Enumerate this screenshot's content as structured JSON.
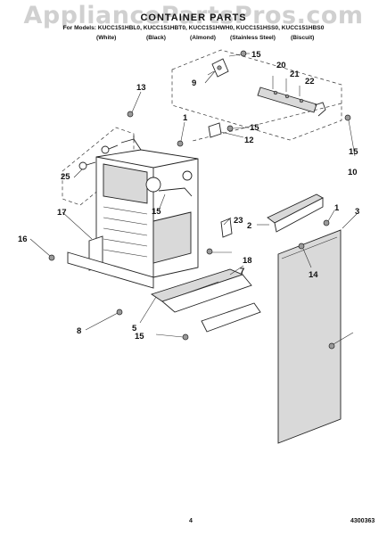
{
  "watermark": "AppliancePartsPros.com",
  "title": "CONTAINER PARTS",
  "models_line": "For Models: KUCC151HBL0, KUCC151HBT0, KUCC151HWH0, KUCC151HSS0, KUCC151HBS0",
  "finishes": [
    "(White)",
    "(Black)",
    "(Almond)",
    "(Stainless Steel)",
    "(Biscuit)"
  ],
  "page_number": "4",
  "doc_number": "4300363",
  "callouts": [
    "1",
    "1",
    "2",
    "3",
    "5",
    "7",
    "8",
    "9",
    "10",
    "12",
    "13",
    "14",
    "15",
    "15",
    "15",
    "15",
    "15",
    "16",
    "17",
    "18",
    "20",
    "21",
    "22",
    "23",
    "25"
  ]
}
